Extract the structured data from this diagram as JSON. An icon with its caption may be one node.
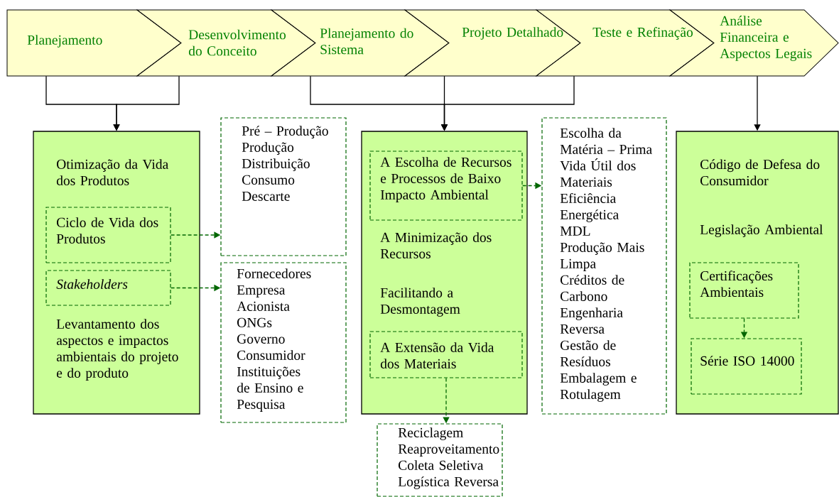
{
  "diagram": {
    "nodes": [
      {
        "text": [
          "Planejamento"
        ]
      },
      {
        "text": [
          "Desenvolvimento do Conceito"
        ]
      },
      {
        "text": [
          "Planejamento do Sistema"
        ]
      },
      {
        "text": [
          "Projeto Detalhado"
        ]
      },
      {
        "text": [
          "Teste e Refinação"
        ]
      },
      {
        "text": [
          "Análise Financeira e Aspectos Legais"
        ]
      },
      {
        "text": [
          "Otimização da Vida dos Produtos",
          "Levantamento dos aspectos e impactos ambientais do projeto e do produto"
        ]
      },
      {
        "text": [
          "Ciclo de Vida dos Produtos"
        ],
        "in": 6
      },
      {
        "text": [
          "Stakeholders"
        ],
        "in": 6
      },
      {
        "text": [
          "Pré – Produção",
          "Produção",
          "Distribuição",
          "Consumo",
          "Descarte"
        ]
      },
      {
        "text": [
          "Fornecedores",
          "Empresa",
          "Acionista",
          "ONGs",
          "Governo",
          "Consumidor",
          "Instituições de Ensino e Pesquisa"
        ]
      },
      {
        "text": [
          "A Minimização dos Recursos",
          "Facilitando a Desmontagem"
        ]
      },
      {
        "text": [
          "A Escolha de Recursos e Processos de Baixo Impacto Ambiental"
        ],
        "in": 11
      },
      {
        "text": [
          "A Extensão da Vida dos Materiais"
        ],
        "in": 11
      },
      {
        "text": [
          "Escolha da Matéria – Prima",
          "Vida Útil dos Materiais",
          "Eficiência Energética",
          "MDL",
          "Produção Mais Limpa",
          "Créditos de Carbono",
          "Engenharia Reversa",
          "Gestão de Resíduos",
          "Embalagem e Rotulagem"
        ]
      },
      {
        "text": [
          "Reciclagem",
          "Reaproveitamento",
          "Coleta Seletiva",
          "Logística Reversa"
        ]
      },
      {
        "text": [
          "Código de Defesa do Consumidor",
          "Legislação Ambiental"
        ]
      },
      {
        "text": [
          "Certificações Ambientais"
        ],
        "in": 16
      },
      {
        "text": [
          "Série ISO 14000"
        ],
        "in": 16
      }
    ],
    "edges": [
      {
        "from": 0,
        "to": 6,
        "arrow": "to"
      },
      {
        "from": 1,
        "to": 6,
        "arrow": "to"
      },
      {
        "from": 2,
        "to": 11,
        "arrow": "to"
      },
      {
        "from": 3,
        "to": 11,
        "arrow": "to"
      },
      {
        "from": 4,
        "to": 11,
        "arrow": "to"
      },
      {
        "from": 5,
        "to": 16,
        "arrow": "to"
      },
      {
        "from": 7,
        "to": 9,
        "arrow": "to",
        "style": "dashed",
        "color": "#006600"
      },
      {
        "from": 8,
        "to": 10,
        "arrow": "to",
        "style": "dashed",
        "color": "#006600"
      },
      {
        "from": 12,
        "to": 14,
        "arrow": "to",
        "style": "dashed",
        "color": "#006600"
      },
      {
        "from": 13,
        "to": 15,
        "arrow": "to",
        "style": "dashed",
        "color": "#006600"
      },
      {
        "from": 17,
        "to": 18,
        "arrow": "to",
        "style": "dashed",
        "color": "#006600"
      }
    ]
  }
}
